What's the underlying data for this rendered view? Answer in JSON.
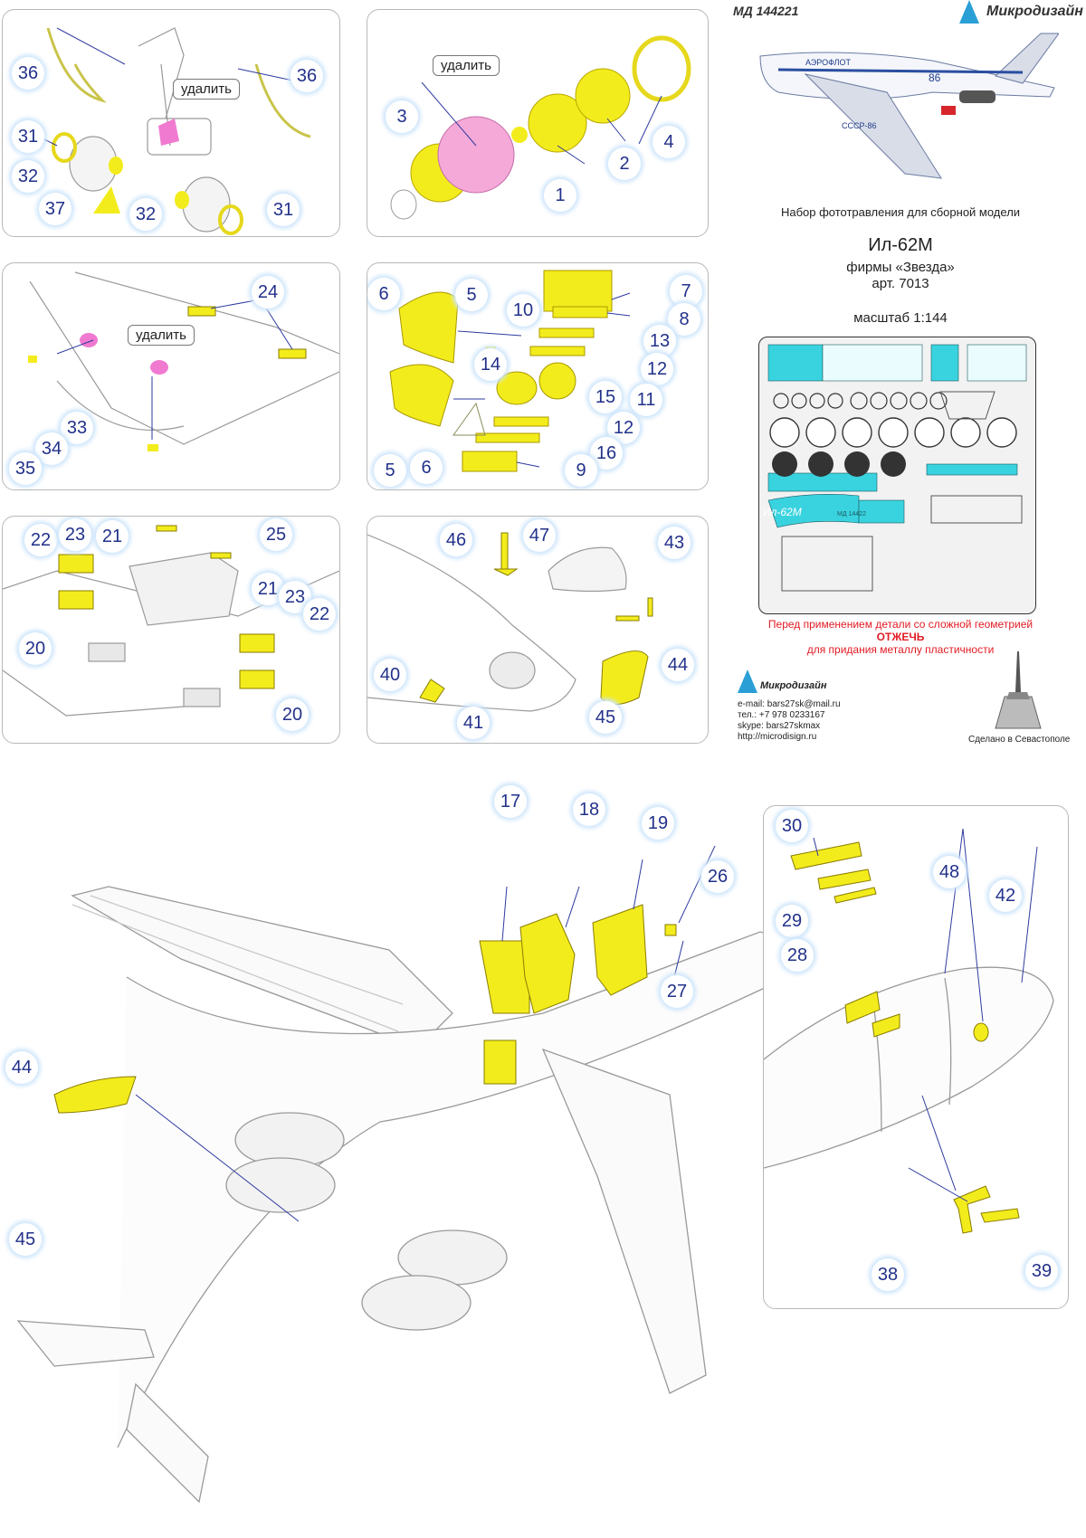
{
  "header": {
    "code": "МД 144221",
    "brand": "Микродизайн"
  },
  "intro": {
    "subtitle": "Набор фототравления для сборной модели",
    "model": "Ил-62М",
    "maker": "фирмы «Звезда»",
    "article": "арт. 7013",
    "scale": "масштаб 1:144"
  },
  "plane_photo": {
    "airline": "АЭРОФЛОТ",
    "reg": "86",
    "tail": "СССР-86"
  },
  "fret": {
    "label": "Ил-62М",
    "code": "МД 14422"
  },
  "warning": {
    "line1": "Перед применением детали со сложной геометрией",
    "line2": "ОТЖЕЧЬ",
    "line3": "для придания металлу пластичности"
  },
  "contacts": {
    "brand": "Микродизайн",
    "email": "e-mail: bars27sk@mail.ru",
    "phone": "тел.: +7 978 0233167",
    "skype": "skype: bars27skmax",
    "web": "http://microdisign.ru",
    "made_in": "Сделано в Севастополе"
  },
  "remove_label": "удалить",
  "panel1": {
    "callouts": [
      "36",
      "36",
      "31",
      "32",
      "37",
      "32",
      "31"
    ]
  },
  "panel2": {
    "callouts": [
      "3",
      "1",
      "2",
      "4"
    ]
  },
  "panel3": {
    "callouts": [
      "24",
      "33",
      "34",
      "35"
    ]
  },
  "panel4": {
    "callouts": [
      "6",
      "5",
      "10",
      "14",
      "7",
      "8",
      "13",
      "12",
      "15",
      "11",
      "12",
      "16",
      "9",
      "5",
      "6"
    ]
  },
  "panel5": {
    "callouts": [
      "22",
      "23",
      "21",
      "25",
      "21",
      "23",
      "22",
      "20",
      "20"
    ]
  },
  "panel6": {
    "callouts": [
      "46",
      "47",
      "43",
      "40",
      "41",
      "44",
      "45"
    ]
  },
  "panel7": {
    "callouts": [
      "30",
      "48",
      "42",
      "29",
      "28",
      "38",
      "39"
    ]
  },
  "main": {
    "callouts": [
      "17",
      "18",
      "19",
      "26",
      "27",
      "44",
      "45"
    ]
  },
  "colors": {
    "pe_part": "#f3ec1c",
    "removed_part": "#f07ad0",
    "callout_text": "#22318a",
    "callout_glow": "#cfe6fb",
    "arrow": "#2f3aa0",
    "warning": "#e21b23",
    "fret_metal": "#39d3df"
  }
}
